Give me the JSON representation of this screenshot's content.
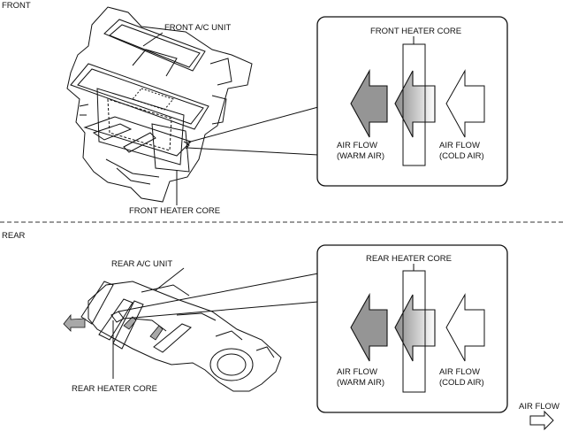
{
  "front": {
    "section_label": "FRONT",
    "unit_label": "FRONT A/C UNIT",
    "core_label_bottom": "FRONT HEATER CORE",
    "detail": {
      "core_label": "FRONT HEATER CORE",
      "warm_line1": "AIR FLOW",
      "warm_line2": "(WARM AIR)",
      "cold_line1": "AIR FLOW",
      "cold_line2": "(COLD AIR)"
    }
  },
  "rear": {
    "section_label": "REAR",
    "unit_label": "REAR A/C UNIT",
    "core_label_bottom": "REAR HEATER CORE",
    "detail": {
      "core_label": "REAR HEATER CORE",
      "warm_line1": "AIR FLOW",
      "warm_line2": "(WARM AIR)",
      "cold_line1": "AIR FLOW",
      "cold_line2": "(COLD AIR)"
    }
  },
  "legend": {
    "label": "AIR FLOW"
  }
}
